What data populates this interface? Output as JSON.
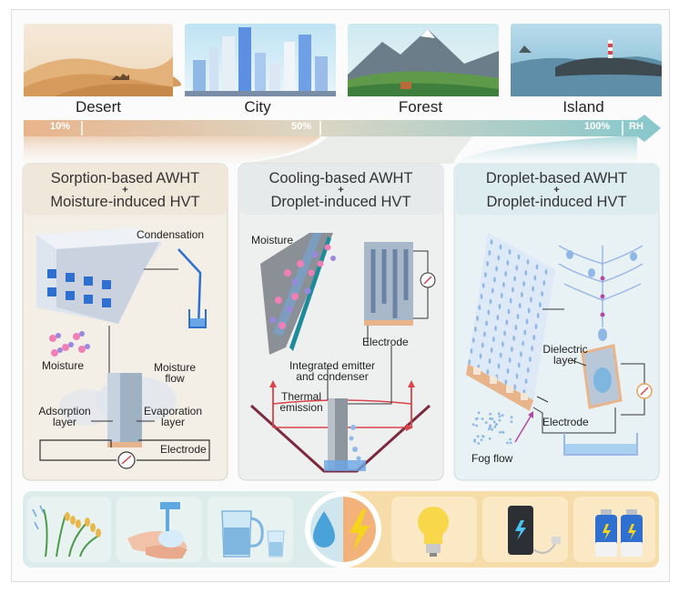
{
  "landscapes": [
    {
      "id": "desert",
      "label": "Desert"
    },
    {
      "id": "city",
      "label": "City"
    },
    {
      "id": "forest",
      "label": "Forest"
    },
    {
      "id": "island",
      "label": "Island"
    }
  ],
  "rh_bar": {
    "ticks": [
      "10%",
      "50%",
      "100%"
    ],
    "axis_label": "RH"
  },
  "panels": [
    {
      "title_line1": "Sorption-based AWHT",
      "plus": "+",
      "title_line2": "Moisture-induced HVT",
      "labels": {
        "condensation": "Condensation",
        "moisture": "Moisture",
        "moisture_flow": "Moisture\nflow",
        "adsorption_layer": "Adsorption\nlayer",
        "evaporation_layer": "Evaporation\nlayer",
        "electrode": "Electrode"
      }
    },
    {
      "title_line1": "Cooling-based AWHT",
      "plus": "+",
      "title_line2": "Droplet-induced HVT",
      "labels": {
        "moisture": "Moisture",
        "electrode": "Electrode",
        "integrated": "Integrated emitter\nand condenser",
        "thermal_emission": "Thermal\nemission"
      }
    },
    {
      "title_line1": "Droplet-based AWHT",
      "plus": "+",
      "title_line2": "Droplet-induced HVT",
      "labels": {
        "dielectric_layer": "Dielectric\nlayer",
        "electrode": "Electrode",
        "fog_flow": "Fog flow"
      }
    }
  ],
  "applications": {
    "left": [
      "rice-plant-icon",
      "hand-washing-icon",
      "water-jug-icon"
    ],
    "center": [
      "water-drop-icon",
      "lightning-icon"
    ],
    "right": [
      "light-bulb-icon",
      "power-bank-icon",
      "battery-icon"
    ]
  },
  "colors": {
    "rh_low": "#e8b48c",
    "rh_mid": "#cfd8c4",
    "rh_high": "#7fc4c9",
    "panel1": "#f3eee6",
    "panel2": "#eef0f0",
    "panel3": "#e8f1f4",
    "app_left": "#dcecea",
    "app_right": "#f6dca8"
  }
}
